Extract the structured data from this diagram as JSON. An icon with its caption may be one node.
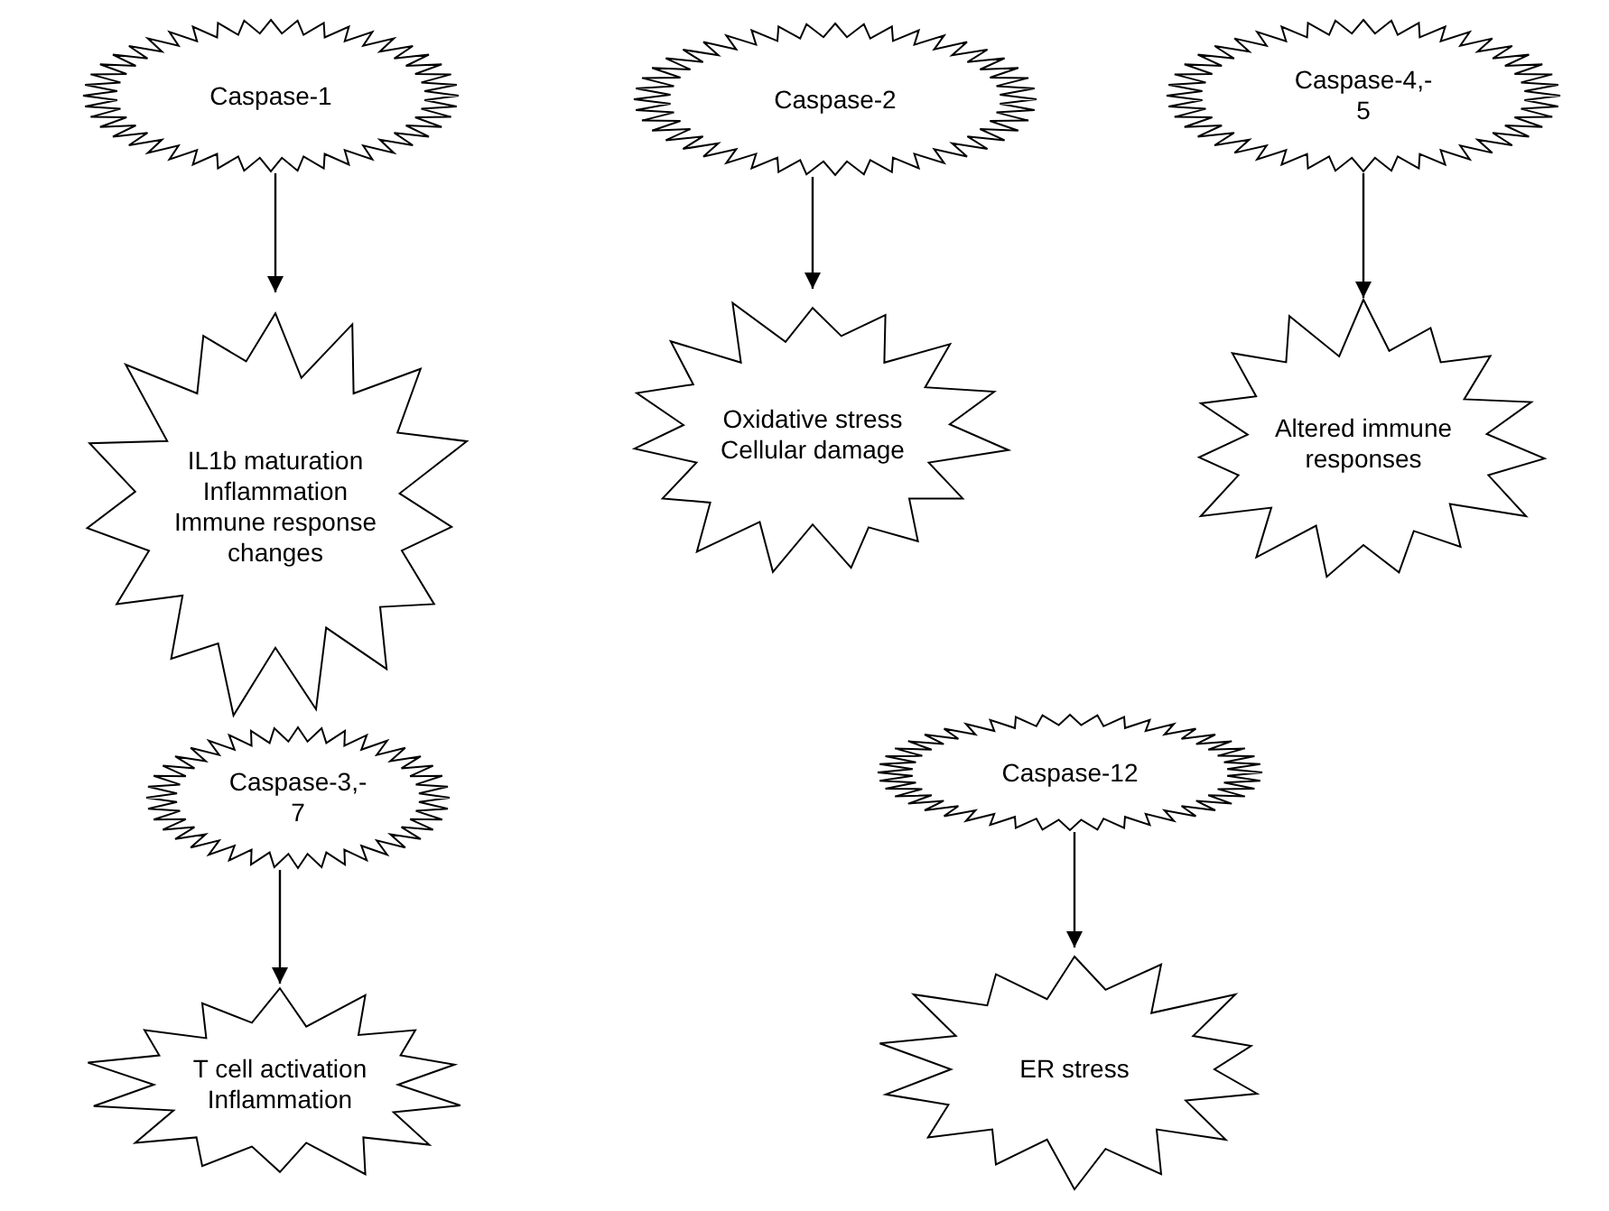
{
  "diagram": {
    "nodes": [
      {
        "text": [
          "Caspase-1"
        ]
      },
      {
        "text": [
          "IL1b maturation",
          "Inflammation",
          "Immune response changes"
        ]
      },
      {
        "text": [
          "Caspase-2"
        ]
      },
      {
        "text": [
          "Oxidative stress",
          "Cellular damage"
        ]
      },
      {
        "text": [
          "Caspase-4,- 5"
        ]
      },
      {
        "text": [
          "Altered immune responses"
        ]
      },
      {
        "text": [
          "Caspase-3,- 7"
        ]
      },
      {
        "text": [
          "T cell activation",
          "Inflammation"
        ]
      },
      {
        "text": [
          "Caspase-12"
        ]
      },
      {
        "text": [
          "ER stress"
        ]
      }
    ],
    "edges": [
      {
        "from": 0,
        "to": 1,
        "arrow": "to"
      },
      {
        "from": 2,
        "to": 3,
        "arrow": "to"
      },
      {
        "from": 4,
        "to": 5,
        "arrow": "to"
      },
      {
        "from": 6,
        "to": 7,
        "arrow": "to"
      },
      {
        "from": 8,
        "to": 9,
        "arrow": "to"
      }
    ]
  }
}
